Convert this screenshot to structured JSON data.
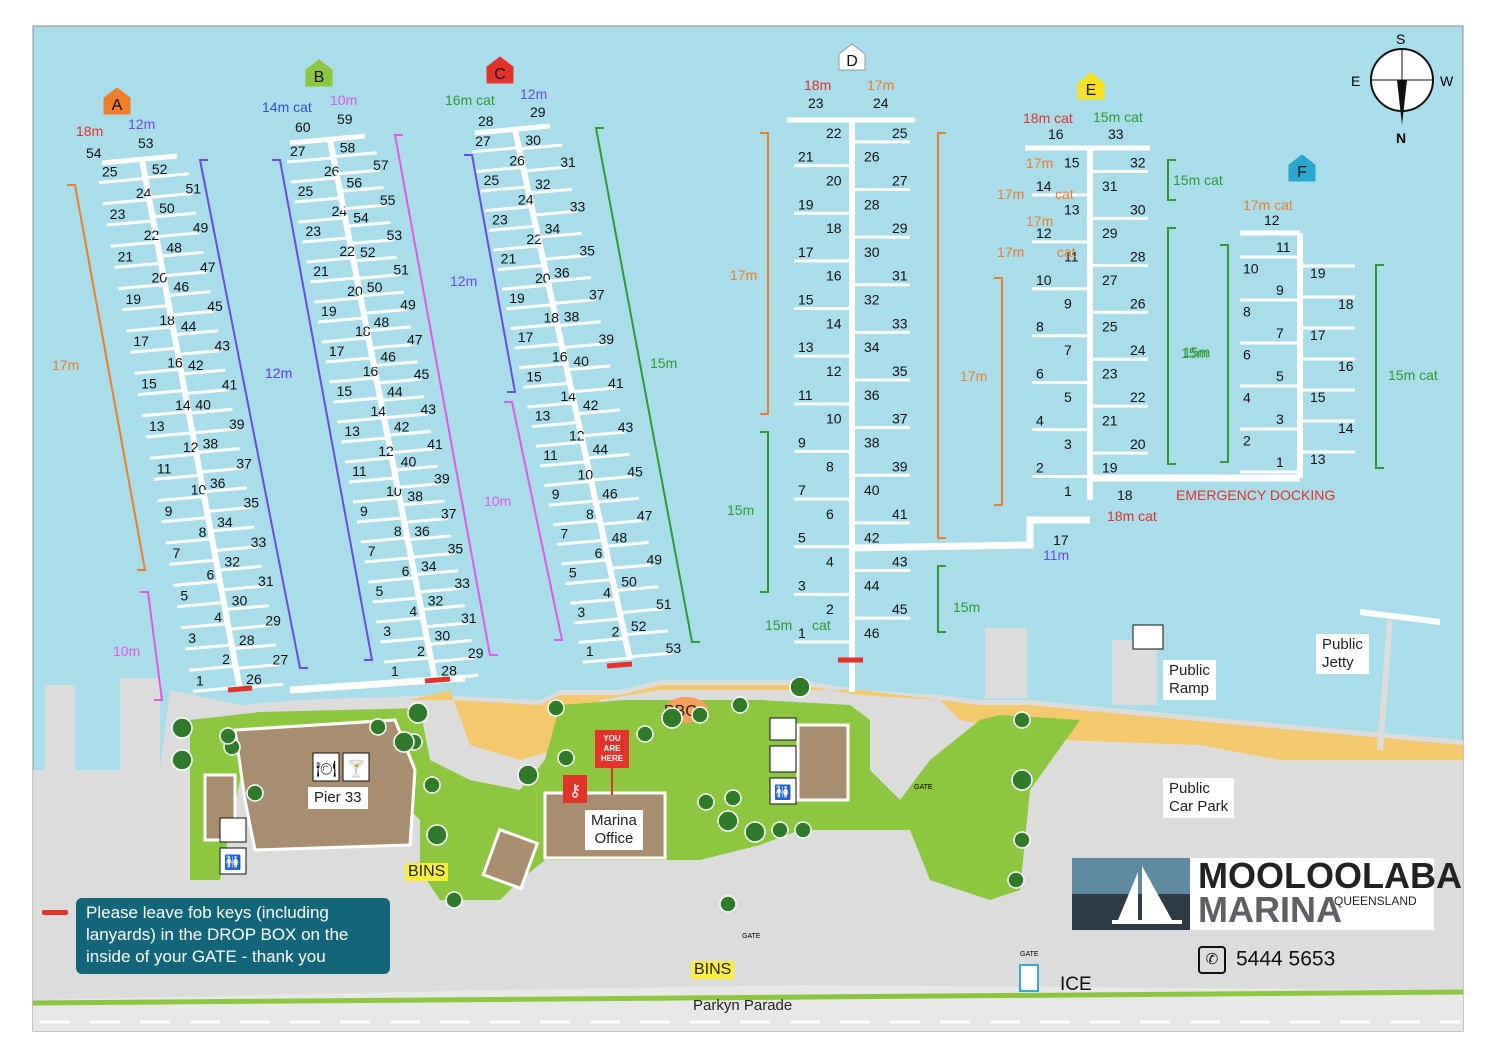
{
  "piers": {
    "A": {
      "label": "A",
      "color": "#f07d2a",
      "top_left": "18m",
      "top_right": "12m",
      "top_left_num": "54",
      "top_right_num": "53",
      "left_nums": [
        "25",
        "24",
        "23",
        "22",
        "21",
        "20",
        "19",
        "18",
        "17",
        "16",
        "15",
        "14",
        "13",
        "12",
        "11",
        "10",
        "9",
        "8",
        "7",
        "6",
        "5",
        "4",
        "3",
        "2",
        "1"
      ],
      "right_nums": [
        "52",
        "51",
        "50",
        "49",
        "48",
        "47",
        "46",
        "45",
        "44",
        "43",
        "42",
        "41",
        "40",
        "39",
        "38",
        "37",
        "36",
        "35",
        "34",
        "33",
        "32",
        "31",
        "30",
        "29",
        "28",
        "27",
        "26"
      ],
      "side_left_1": "17m",
      "side_left_2": "10m",
      "side_right": "12m"
    },
    "B": {
      "label": "B",
      "color": "#8dc63f",
      "top_left": "14m cat",
      "top_right": "10m",
      "top_left_num": "60",
      "top_right_num": "59",
      "left_nums": [
        "27",
        "26",
        "25",
        "24",
        "23",
        "22",
        "21",
        "20",
        "19",
        "18",
        "17",
        "16",
        "15",
        "14",
        "13",
        "12",
        "11",
        "10",
        "9",
        "8",
        "7",
        "6",
        "5",
        "4",
        "3",
        "2",
        "1"
      ],
      "right_nums": [
        "58",
        "57",
        "56",
        "55",
        "54",
        "53",
        "52",
        "51",
        "50",
        "49",
        "48",
        "47",
        "46",
        "45",
        "44",
        "43",
        "42",
        "41",
        "40",
        "39",
        "38",
        "37",
        "36",
        "35",
        "34",
        "33",
        "32",
        "31",
        "30",
        "29",
        "28"
      ],
      "side_left": "12m"
    },
    "C": {
      "label": "C",
      "color": "#e4322b",
      "top_left": "16m cat",
      "top_right": "12m",
      "top_left_num": "28",
      "top_right_num": "29",
      "left_nums": [
        "27",
        "26",
        "25",
        "24",
        "23",
        "22",
        "21",
        "20",
        "19",
        "18",
        "17",
        "16",
        "15",
        "14",
        "13",
        "12",
        "11",
        "10",
        "9",
        "8",
        "7",
        "6",
        "5",
        "4",
        "3",
        "2",
        "1"
      ],
      "right_nums": [
        "30",
        "31",
        "32",
        "33",
        "34",
        "35",
        "36",
        "37",
        "38",
        "39",
        "40",
        "41",
        "42",
        "43",
        "44",
        "45",
        "46",
        "47",
        "48",
        "49",
        "50",
        "51",
        "52",
        "53"
      ],
      "side_left_1": "12m",
      "side_left_2": "10m",
      "side_right": "15m"
    },
    "D": {
      "label": "D",
      "color": "#ffffff",
      "top_left": "18m",
      "top_right": "17m",
      "top_left_num": "23",
      "top_right_num": "24",
      "left_nums": [
        "22",
        "21",
        "20",
        "19",
        "18",
        "17",
        "16",
        "15",
        "14",
        "13",
        "12",
        "11",
        "10",
        "9",
        "8",
        "7",
        "6",
        "5",
        "4",
        "3",
        "2",
        "1"
      ],
      "right_nums": [
        "25",
        "26",
        "27",
        "28",
        "29",
        "30",
        "31",
        "32",
        "33",
        "34",
        "35",
        "36",
        "37",
        "38",
        "39",
        "40",
        "41",
        "42",
        "43",
        "44",
        "45",
        "46"
      ],
      "side_left_1": "17m",
      "side_left_2": "15m",
      "side_right": "15m",
      "cat_label": "15m",
      "cat_suffix": "cat"
    },
    "E": {
      "label": "E",
      "color": "#f7e21d",
      "top_left": "18m cat",
      "top_right": "15m cat",
      "top_left_num": "16",
      "top_right_num": "33",
      "left_nums": [
        "15",
        "14",
        "13",
        "12",
        "11",
        "10",
        "9",
        "8",
        "7",
        "6",
        "5",
        "4",
        "3",
        "2",
        "1"
      ],
      "right_nums": [
        "32",
        "31",
        "30",
        "29",
        "28",
        "27",
        "26",
        "25",
        "24",
        "23",
        "22",
        "21",
        "20",
        "19"
      ],
      "side_labels": [
        "17m",
        "17m",
        "17m",
        "17m"
      ],
      "cat_tag": "cat",
      "side_left": "17m",
      "side_right": "15m",
      "side_right_top": "15m cat",
      "bottom_num": "18",
      "bottom_label": "18m cat",
      "end_num": "17",
      "end_label": "11m"
    },
    "F": {
      "label": "F",
      "color": "#2aa7cf",
      "top_left": "17m cat",
      "top_num": "12",
      "left_nums": [
        "11",
        "10",
        "9",
        "8",
        "7",
        "6",
        "5",
        "4",
        "3",
        "2",
        "1"
      ],
      "right_nums": [
        "19",
        "18",
        "17",
        "16",
        "15",
        "14",
        "13"
      ],
      "side_left": "15m",
      "side_right": "15m cat"
    }
  },
  "emergency": "EMERGENCY DOCKING",
  "compass": {
    "s": "S",
    "e": "E",
    "w": "W",
    "n": "N"
  },
  "places": {
    "bbq": "BBQ",
    "pier33": "Pier 33",
    "office_1": "Marina",
    "office_2": "Office",
    "you_are_here": [
      "YOU",
      "ARE",
      "HERE"
    ],
    "bins": "BINS",
    "gate": "GATE",
    "parkyn": "Parkyn Parade",
    "public_ramp_1": "Public",
    "public_ramp_2": "Ramp",
    "public_jetty_1": "Public",
    "public_jetty_2": "Jetty",
    "car_park_1": "Public",
    "car_park_2": "Car Park",
    "ice": "ICE"
  },
  "notice": [
    "Please leave fob keys (including",
    "lanyards) in the DROP BOX on the",
    "inside of your GATE - thank you"
  ],
  "brand": {
    "title": "MOOLOOLABA",
    "sub": "MARINA",
    "state": "QUEENSLAND"
  },
  "phone": "5444 5653",
  "colors": {
    "sea": "#a8dde9",
    "land": "#dcdcdc",
    "grass": "#8dc63f",
    "sand": "#f4c86d",
    "orange": "#f07d2a",
    "purple": "#6b4be0",
    "magenta": "#e25ae8",
    "green": "#2f9b35",
    "red": "#e4322b"
  }
}
